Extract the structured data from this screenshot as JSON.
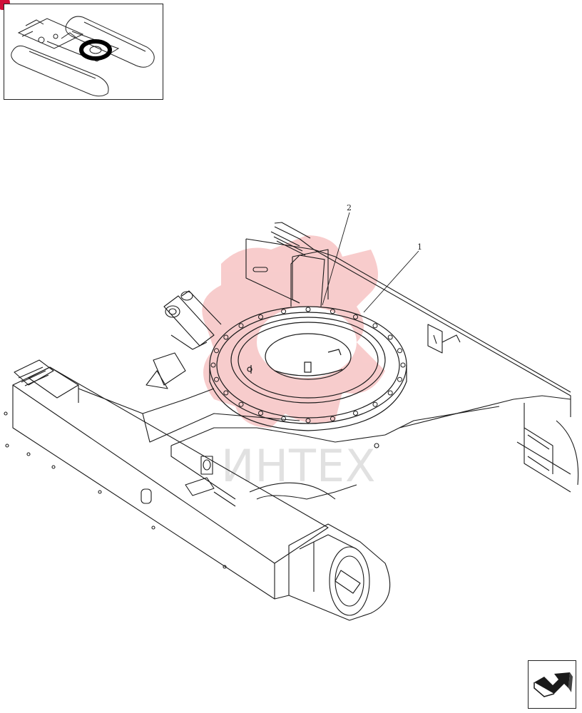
{
  "diagram": {
    "callouts": [
      {
        "id": "2",
        "label": "2"
      },
      {
        "id": "1",
        "label": "1"
      }
    ],
    "watermark": {
      "text": "ИНТЕХ",
      "color": "#f0a0a0"
    }
  },
  "thumbnail": {
    "icon": "excavator-undercarriage-thumbnail",
    "marker_color": "#d0103a"
  },
  "navigation": {
    "icon": "next-page-arrow-icon"
  }
}
